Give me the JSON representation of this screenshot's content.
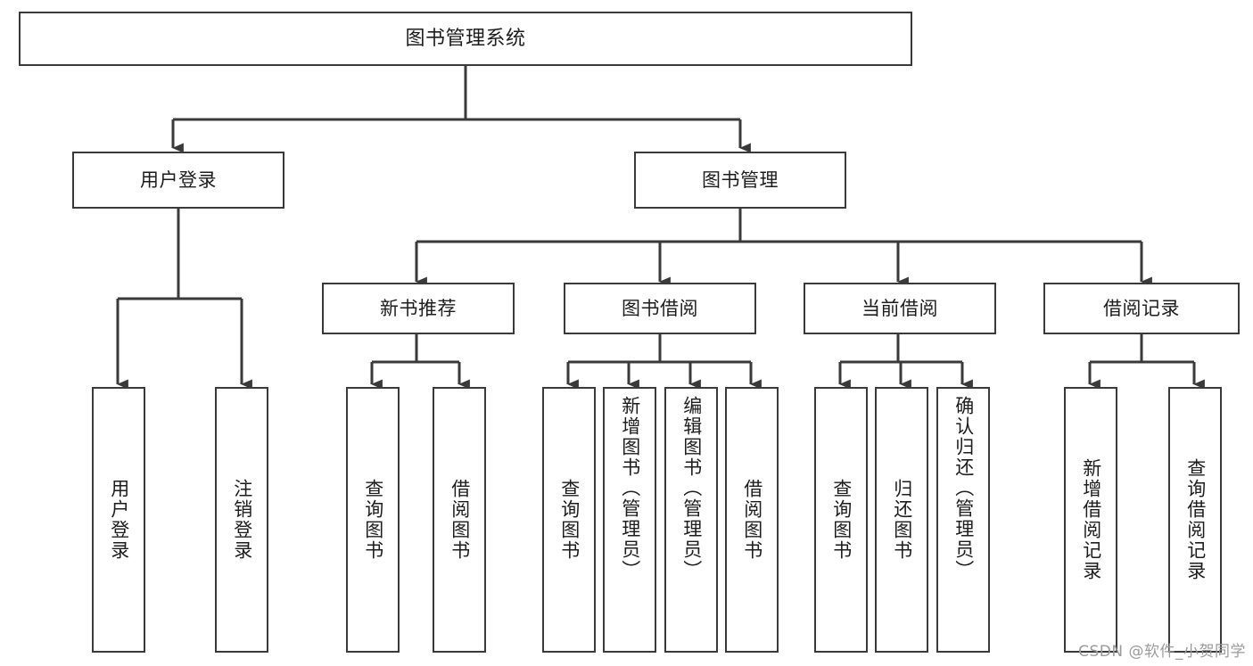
{
  "diagram": {
    "title": "图书管理系统",
    "watermark": "CSDN @软件_小贺同学",
    "line_color": "#3a3a3a",
    "text_color": "#1d1d1d",
    "background": "#ffffff",
    "root": {
      "label": "图书管理系统"
    },
    "level2": {
      "user_login": {
        "label": "用户登录"
      },
      "book_manage": {
        "label": "图书管理"
      }
    },
    "level3": {
      "new_book_rec": {
        "label": "新书推荐"
      },
      "book_borrow": {
        "label": "图书借阅"
      },
      "current_borrow": {
        "label": "当前借阅"
      },
      "borrow_record": {
        "label": "借阅记录"
      }
    },
    "leaves": {
      "user_login_1": {
        "label": "用户登录"
      },
      "user_login_2": {
        "label": "注销登录"
      },
      "new_book_1": {
        "label": "查询图书"
      },
      "new_book_2": {
        "label": "借阅图书"
      },
      "borrow_1": {
        "label": "查询图书"
      },
      "borrow_2": {
        "label": "新增图书（管理员）"
      },
      "borrow_3": {
        "label": "编辑图书（管理员）"
      },
      "borrow_4": {
        "label": "借阅图书"
      },
      "current_1": {
        "label": "查询图书"
      },
      "current_2": {
        "label": "归还图书"
      },
      "current_3": {
        "label": "确认归还（管理员）"
      },
      "record_1": {
        "label": "新增借阅记录"
      },
      "record_2": {
        "label": "查询借阅记录"
      }
    }
  }
}
